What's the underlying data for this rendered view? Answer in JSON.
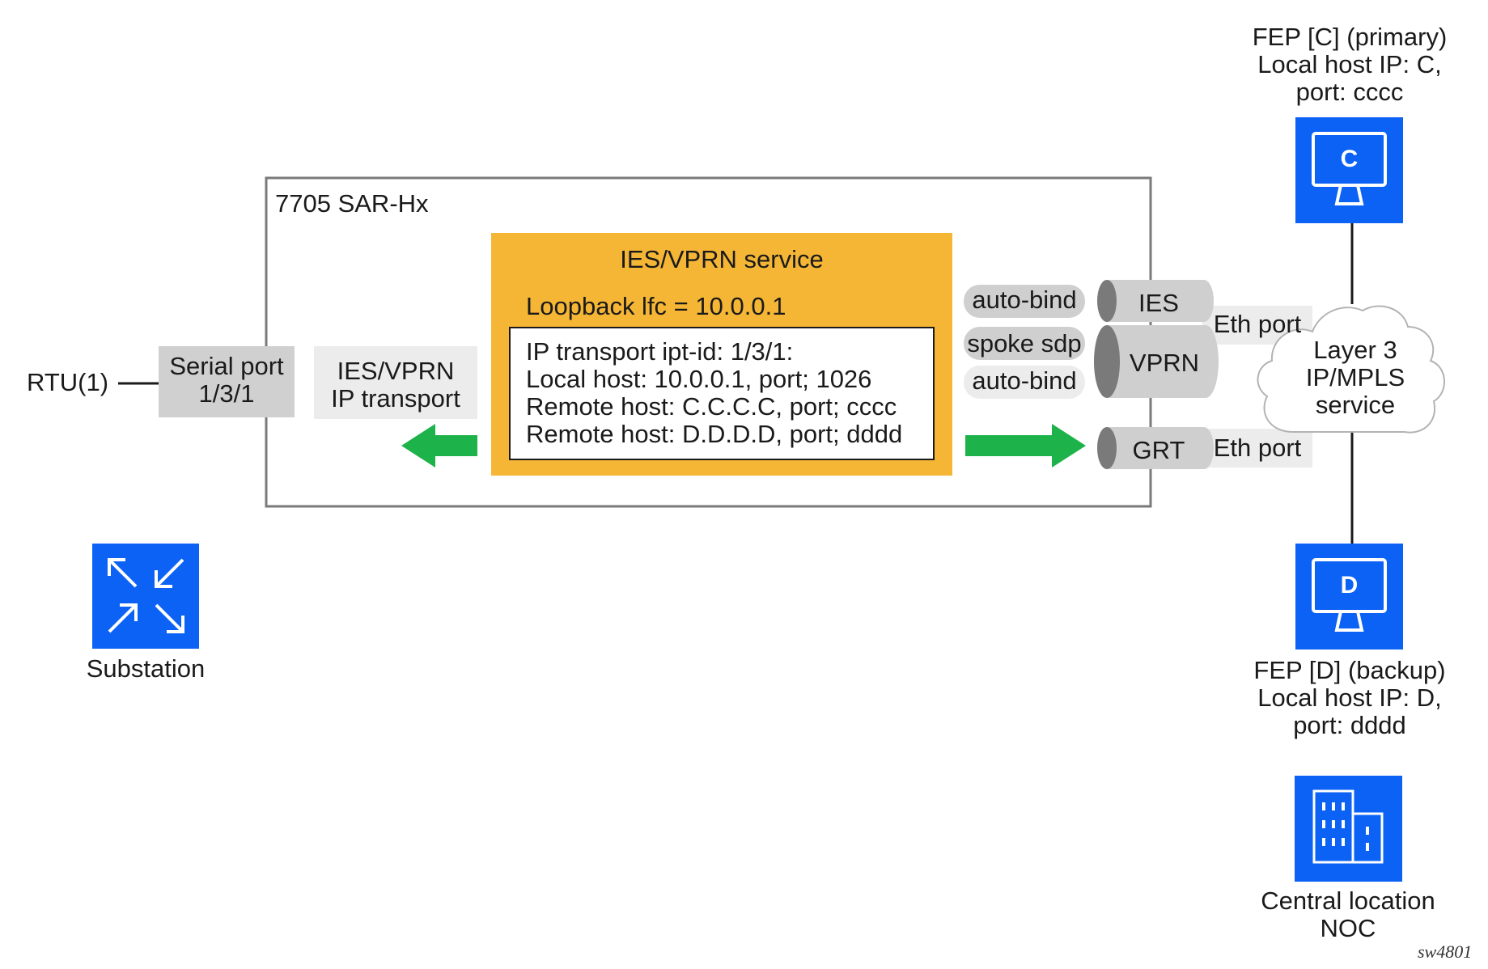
{
  "colors": {
    "service_fill": "#f6b635",
    "box_fill": "#ffffff",
    "label_fill": "#ececec",
    "serial_fill": "#d0d0d0",
    "pill_fill": "#cfcfcf",
    "cylinder_fill": "#cfcfcf",
    "cylinder_end": "#7a7a7a",
    "arrow_green": "#1db34a",
    "icon_blue": "#0b62f5",
    "frame_stroke": "#7a7a7a"
  },
  "rtu": {
    "label": "RTU(1)"
  },
  "serial_port": {
    "line1": "Serial port",
    "line2": "1/3/1"
  },
  "sar": {
    "label": "7705 SAR-Hx"
  },
  "ip_transport": {
    "line1": "IES/VPRN",
    "line2": "IP transport"
  },
  "service": {
    "title": "IES/VPRN service",
    "loopback": "Loopback lfc = 10.0.0.1",
    "details": [
      "IP transport ipt-id: 1/3/1:",
      "Local host: 10.0.0.1, port; 1026",
      "Remote host: C.C.C.C, port; cccc",
      "Remote host: D.D.D.D, port; dddd"
    ]
  },
  "binds": {
    "auto_bind_1": "auto-bind",
    "spoke_sdp": "spoke sdp",
    "auto_bind_2": "auto-bind"
  },
  "cylinders": {
    "ies": "IES",
    "vprn": "VPRN",
    "grt": "GRT"
  },
  "eth_ports": {
    "top": "Eth port",
    "bottom": "Eth port"
  },
  "cloud": {
    "line1": "Layer 3",
    "line2": "IP/MPLS",
    "line3": "service"
  },
  "fep_c": {
    "icon_letter": "C",
    "line1": "FEP [C] (primary)",
    "line2": "Local host IP: C,",
    "line3": "port: cccc"
  },
  "fep_d": {
    "icon_letter": "D",
    "line1": "FEP [D] (backup)",
    "line2": "Local host IP: D,",
    "line3": "port: dddd"
  },
  "substation": {
    "label": "Substation",
    "icon": "substation-router-icon"
  },
  "noc": {
    "line1": "Central location",
    "line2": "NOC",
    "icon": "building-icon"
  },
  "figure_id": "sw4801"
}
